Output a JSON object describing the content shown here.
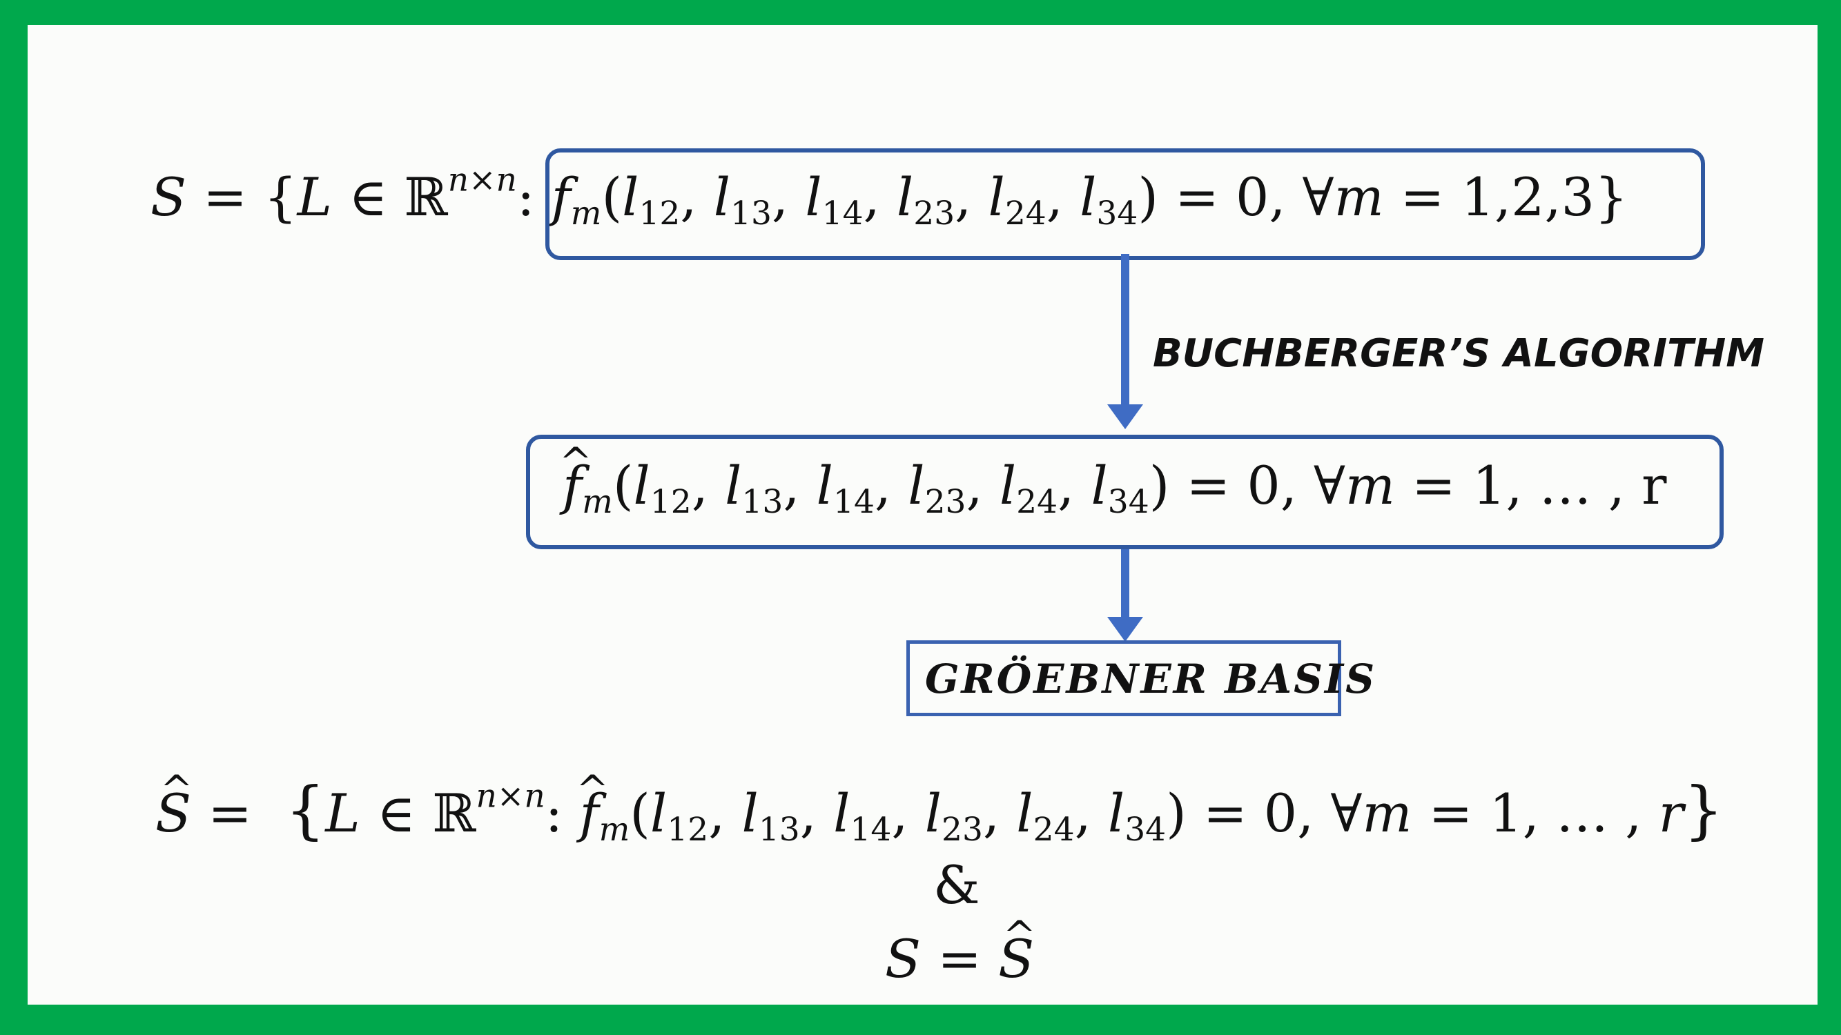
{
  "diagram": {
    "set_definition": {
      "lhs": "S",
      "eq": "=",
      "open": "{",
      "element": "L",
      "in": "∈",
      "field": "ℝ",
      "exponent": "n×n",
      "colon": ":",
      "func": "f",
      "func_sub": "m",
      "args_open": "(",
      "args": [
        "12",
        "13",
        "14",
        "23",
        "24",
        "34"
      ],
      "var": "l",
      "args_close": ")",
      "tail": " = 0, ∀",
      "quant_var": "m",
      "quant_range": " = 1,2,3",
      "close": "}"
    },
    "step_label": "BUCHBERGER’S ALGORITHM",
    "transformed_system": {
      "func": "f",
      "func_sub": "m",
      "args_open": "(",
      "args": [
        "12",
        "13",
        "14",
        "23",
        "24",
        "34"
      ],
      "var": "l",
      "args_close": ")",
      "tail": " = 0, ∀",
      "quant_var": "m",
      "quant_range": " = 1, … , r"
    },
    "result_label": "GRÖEBNER BASIS",
    "hat_set_definition": {
      "lhs": "S",
      "eq": " =  ",
      "open": "{",
      "element": "L",
      "in": "∈",
      "field": "ℝ",
      "exponent": "n×n",
      "colon": ":",
      "func": "f",
      "func_sub": "m",
      "args_open": "(",
      "args": [
        "12",
        "13",
        "14",
        "23",
        "24",
        "34"
      ],
      "var": "l",
      "args_close": ")",
      "tail": " = 0, ∀",
      "quant_var": "m",
      "quant_range": " = 1, … , ",
      "range_end": "r",
      "close": "}"
    },
    "conjunction": "&",
    "equality": {
      "lhs": "S",
      "eq": " = ",
      "rhs": "S"
    }
  },
  "colors": {
    "frame": "#00a84c",
    "box_border": "#2f58a0",
    "arrow": "#3f6cc4",
    "text": "#111111"
  }
}
